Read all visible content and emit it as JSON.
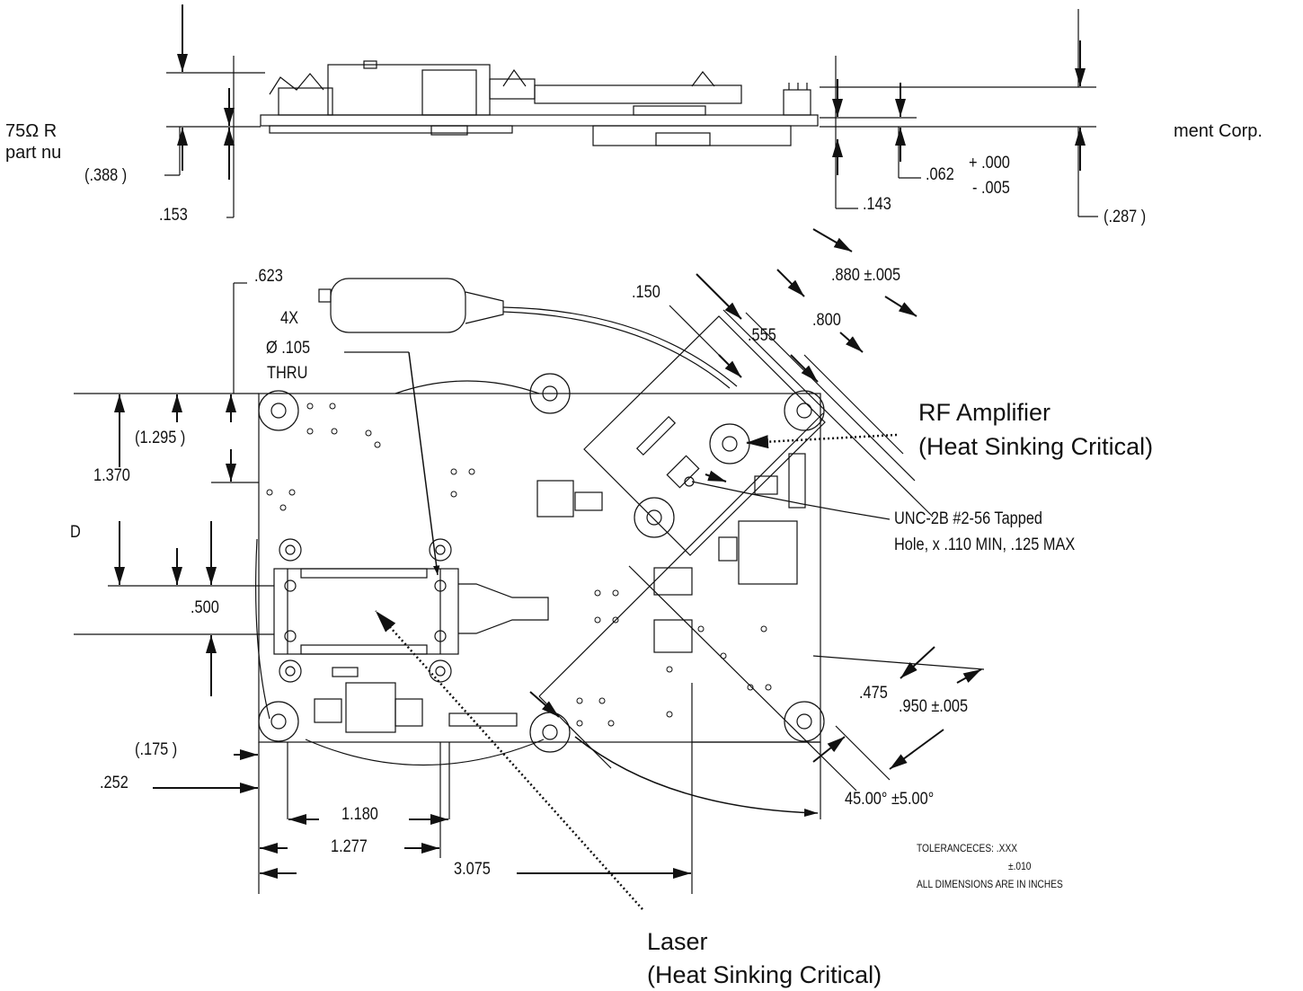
{
  "header_left": [
    "75Ω R",
    "part nu"
  ],
  "header_right": "ment Corp.",
  "side_view": {
    "dim_388": "(.388  )",
    "dim_153": ".153",
    "dim_062": ".062",
    "tol_plus": "+ .000",
    "tol_minus": "- .005",
    "dim_143": ".143",
    "dim_287": "(.287  )"
  },
  "top_view": {
    "dim_623": ".623",
    "hole_count": "4X",
    "hole_dia": "Ø  .105",
    "hole_thru": "THRU",
    "dim_1295": "(1.295  )",
    "dim_1370": "1.370",
    "edge_char": "D",
    "dim_500": ".500",
    "dim_175": "(.175  )",
    "dim_252": ".252",
    "dim_1180": "1.180",
    "dim_1277": "1.277",
    "dim_3075": "3.075",
    "dim_150": ".150",
    "dim_555": ".555",
    "dim_800": ".800",
    "dim_880": ".880  ±.005",
    "dim_475": ".475",
    "dim_950": ".950  ±.005",
    "angle": "45.00°   ±5.00°",
    "tapped_hole_1": "UNC-2B #2-56 Tapped",
    "tapped_hole_2": "Hole, x .110 MIN, .125 MAX"
  },
  "callouts": {
    "rf_title": "RF Amplifier",
    "rf_note": "(Heat Sinking Critical)",
    "laser_title": "Laser",
    "laser_note": "(Heat Sinking Critical)"
  },
  "tolerances": {
    "line1": "TOLERANCECES: .XXX",
    "line2": "±.010",
    "line3": "ALL DIMENSIONS ARE IN INCHES"
  }
}
